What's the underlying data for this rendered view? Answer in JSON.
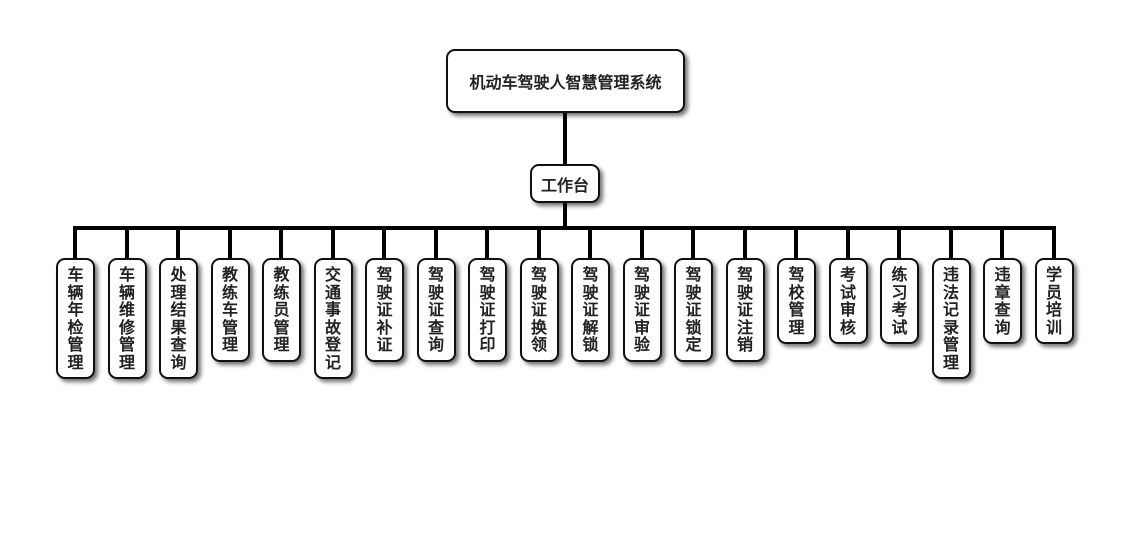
{
  "root": {
    "label": "机动车驾驶人智慧管理系统"
  },
  "middle": {
    "label": "工作台"
  },
  "leaves": [
    "车辆年检管理",
    "车辆维修管理",
    "处理结果查询",
    "教练车管理",
    "教练员管理",
    "交通事故登记",
    "驾驶证补证",
    "驾驶证查询",
    "驾驶证打印",
    "驾驶证换领",
    "驾驶证解锁",
    "驾驶证审验",
    "驾驶证锁定",
    "驾驶证注销",
    "驾校管理",
    "考试审核",
    "练习考试",
    "违法记录管理",
    "违章查询",
    "学员培训"
  ]
}
